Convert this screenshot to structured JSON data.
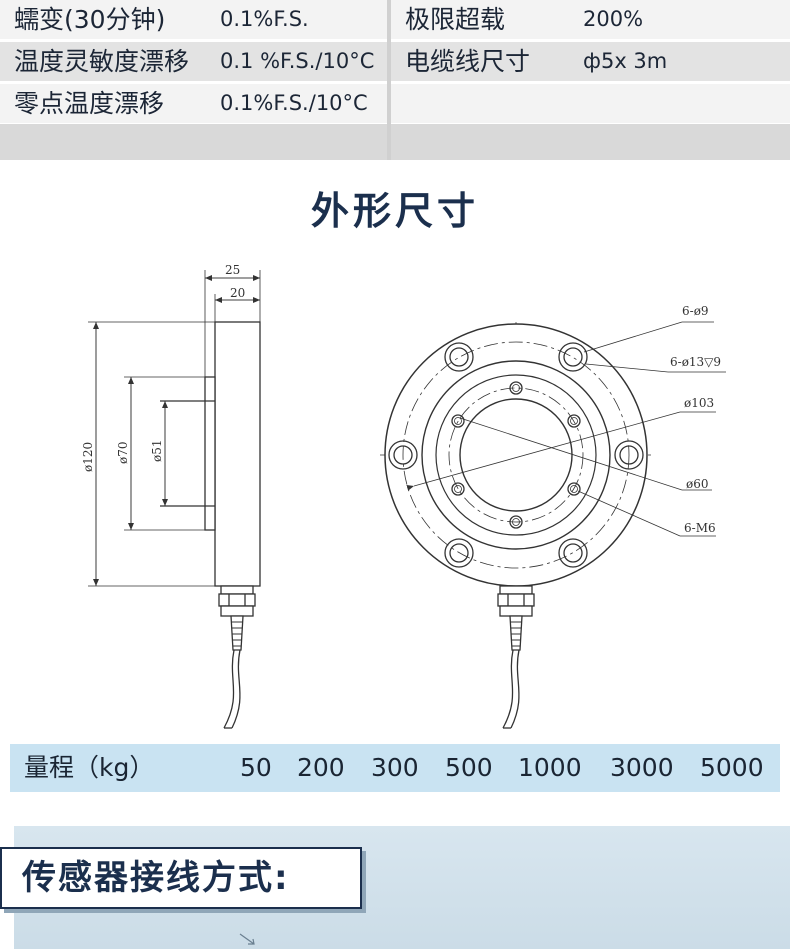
{
  "spec_rows": [
    {
      "label_left": "蠕变(30分钟)",
      "value_left": "0.1%F.S.",
      "label_right": "极限超载",
      "value_right": "200%"
    },
    {
      "label_left": "温度灵敏度漂移",
      "value_left": "0.1 %F.S./10°C",
      "label_right": "电缆线尺寸",
      "value_right": "ф5x 3m"
    },
    {
      "label_left": "零点温度漂移",
      "value_left": "0.1%F.S./10°C",
      "label_right": "",
      "value_right": ""
    }
  ],
  "section_title": "外形尺寸",
  "side_view": {
    "dim_total_thickness": "25",
    "dim_flange_thickness": "20",
    "dim_outer_dia": "ø120",
    "dim_boss_dia": "ø70",
    "dim_bore_dia": "ø51"
  },
  "front_view": {
    "callout_mount_holes": "6-ø9",
    "callout_counterbore": "6-ø13▽9",
    "callout_bolt_circle": "ø103",
    "callout_inner_dia": "ø60",
    "callout_threads": "6-M6"
  },
  "capacity": {
    "label": "量程（kg）",
    "values": [
      "50",
      "200",
      "300",
      "500",
      "1000",
      "3000",
      "5000"
    ]
  },
  "wiring": {
    "title": "传感器接线方式:"
  },
  "colors": {
    "heading_navy": "#1b2f4d",
    "capacity_bar": "#c9e3f2",
    "row_light": "#f3f3f3",
    "row_mid": "#e3e3e3"
  }
}
